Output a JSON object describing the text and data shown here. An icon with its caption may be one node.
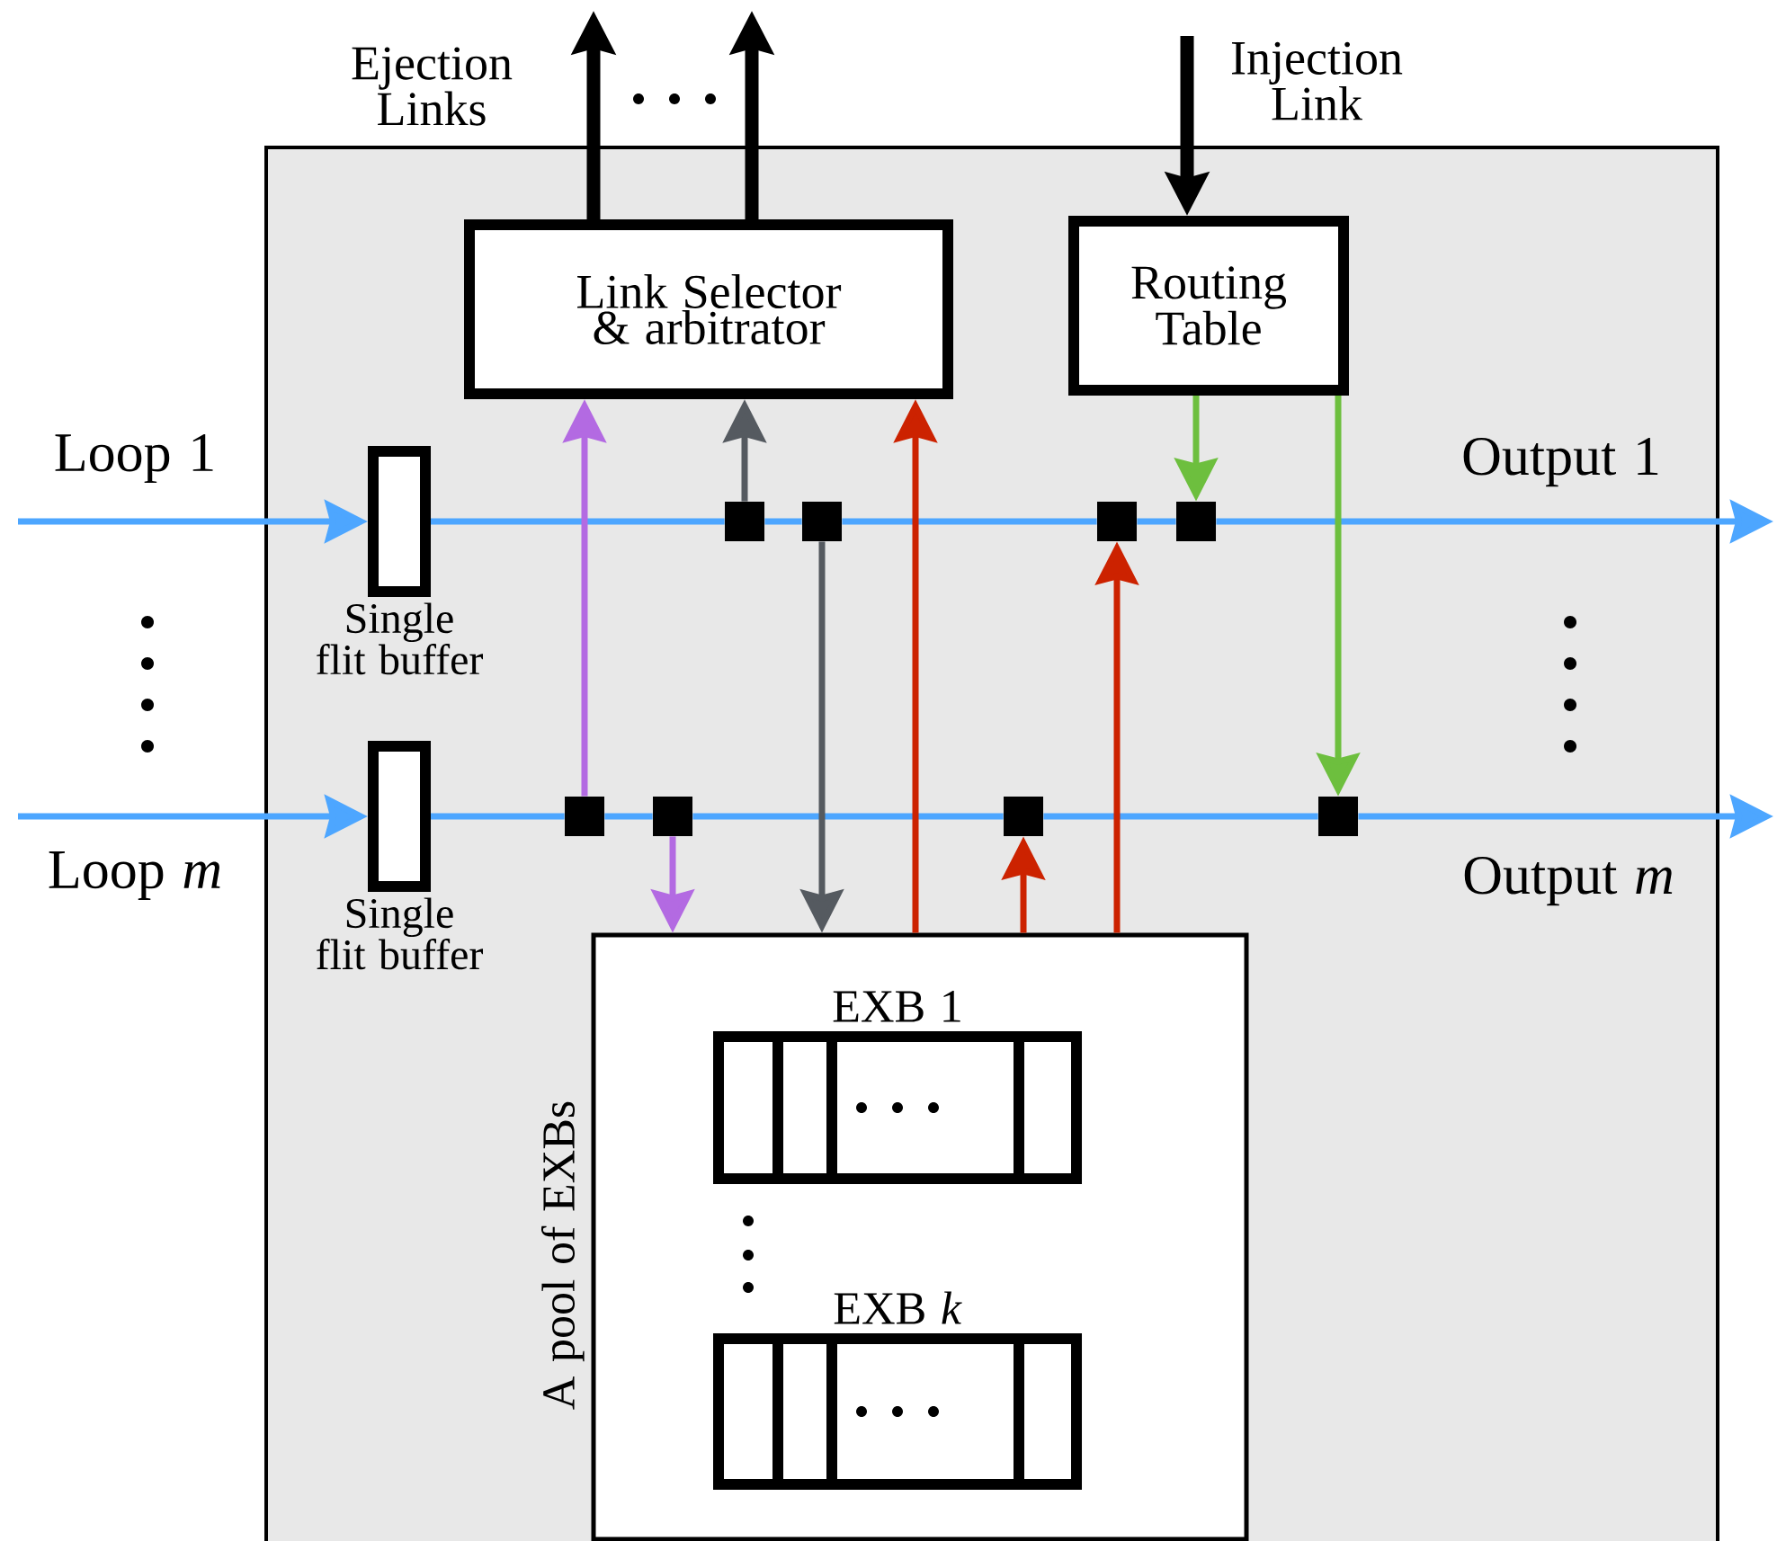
{
  "diagram": {
    "nodes": [
      {
        "text": [],
        "shape": "box"
      },
      {
        "text": [
          "Link Selector & arbitrator"
        ],
        "in": 0
      },
      {
        "text": [
          "Routing Table"
        ],
        "in": 0
      },
      {
        "text": [],
        "shape": "box",
        "beside": [
          "Single flit buffer"
        ],
        "in": 0
      },
      {
        "text": [],
        "shape": "square",
        "in": 0
      },
      {
        "text": [],
        "shape": "square",
        "in": 0
      },
      {
        "text": [],
        "shape": "square",
        "in": 0
      },
      {
        "text": [],
        "shape": "square",
        "in": 0
      },
      {
        "text": [],
        "shape": "box",
        "beside": [
          "Single flit buffer"
        ],
        "in": 0
      },
      {
        "text": [],
        "shape": "square",
        "in": 0
      },
      {
        "text": [],
        "shape": "square",
        "in": 0
      },
      {
        "text": [],
        "shape": "square",
        "in": 0
      },
      {
        "text": [],
        "shape": "square",
        "in": 0
      },
      {
        "text": [
          "A pool of EXBs"
        ],
        "in": 0
      },
      {
        "text": [
          "EXB 1"
        ],
        "in": 13
      },
      {
        "text": [
          "EXB *k*"
        ],
        "in": 13
      }
    ],
    "edges": [
      {
        "from": null,
        "to": 3,
        "arrow": "to"
      },
      {
        "from": 3,
        "to": 4,
        "arrow": "none"
      },
      {
        "from": 4,
        "to": 5,
        "arrow": "none"
      },
      {
        "from": 5,
        "to": 6,
        "arrow": "none"
      },
      {
        "from": 6,
        "to": 7,
        "arrow": "none"
      },
      {
        "from": 7,
        "to": null,
        "arrow": "to"
      },
      {
        "from": null,
        "to": 8,
        "arrow": "to"
      },
      {
        "from": 8,
        "to": 9,
        "arrow": "none"
      },
      {
        "from": 9,
        "to": 10,
        "arrow": "none"
      },
      {
        "from": 10,
        "to": 11,
        "arrow": "none"
      },
      {
        "from": 11,
        "to": 12,
        "arrow": "none"
      },
      {
        "from": 12,
        "to": null,
        "arrow": "to"
      },
      {
        "from": 1,
        "to": null,
        "arrow": "to",
        "style": "thick",
        "color": "#000000"
      },
      {
        "from": 1,
        "to": null,
        "arrow": "to",
        "style": "thick",
        "color": "#000000"
      },
      {
        "from": null,
        "to": 2,
        "arrow": "to",
        "style": "thick",
        "color": "#000000"
      },
      {
        "from": 9,
        "to": 1,
        "arrow": "to",
        "color": "#b36ae2"
      },
      {
        "from": 10,
        "to": 13,
        "arrow": "to",
        "color": "#b36ae2"
      },
      {
        "from": 4,
        "to": 1,
        "arrow": "to",
        "color": "#555a60"
      },
      {
        "from": 5,
        "to": 13,
        "arrow": "to",
        "color": "#555a60"
      },
      {
        "from": 13,
        "to": 1,
        "arrow": "to",
        "color": "#cc2200"
      },
      {
        "from": 13,
        "to": 11,
        "arrow": "to",
        "color": "#cc2200"
      },
      {
        "from": 13,
        "to": 6,
        "arrow": "to",
        "color": "#cc2200"
      },
      {
        "from": 2,
        "to": 7,
        "arrow": "to",
        "color": "#6dbf3e"
      },
      {
        "from": 2,
        "to": 12,
        "arrow": "to",
        "color": "#6dbf3e"
      }
    ],
    "labels": [
      "Ejection Links",
      "Injection Link",
      "Loop 1",
      "Output 1",
      "Loop *m*",
      "Output *m*"
    ]
  }
}
